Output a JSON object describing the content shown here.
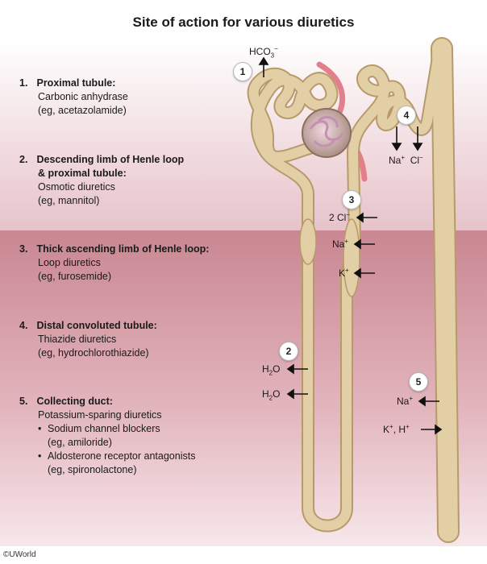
{
  "title": "Site of action for various diuretics",
  "legend": [
    {
      "num": "1.",
      "heading": "Proximal tubule:",
      "lines": [
        "Carbonic anhydrase",
        "(eg, acetazolamide)"
      ]
    },
    {
      "num": "2.",
      "heading": "Descending limb of Henle loop",
      "heading2": "& proximal tubule:",
      "lines": [
        "Osmotic diuretics",
        "(eg, mannitol)"
      ]
    },
    {
      "num": "3.",
      "heading": "Thick ascending limb of Henle loop:",
      "lines": [
        "Loop diuretics",
        "(eg, furosemide)"
      ]
    },
    {
      "num": "4.",
      "heading": "Distal convoluted tubule:",
      "lines": [
        "Thiazide diuretics",
        "(eg, hydrochlorothiazide)"
      ]
    },
    {
      "num": "5.",
      "heading": "Collecting duct:",
      "lines": [
        "Potassium-sparing diuretics"
      ],
      "bullets": [
        {
          "text": "Sodium channel blockers",
          "sub": "(eg, amiloride)"
        },
        {
          "text": "Aldosterone receptor antagonists",
          "sub": "(eg, spironolactone)"
        }
      ]
    }
  ],
  "badges": [
    "1",
    "2",
    "3",
    "4",
    "5"
  ],
  "ions": {
    "hco3_base": "HCO",
    "hco3_sub": "3",
    "hco3_sup": "−",
    "na_cl_dct_na": "Na",
    "na_cl_dct_plus": "+",
    "na_cl_dct_cl": "Cl",
    "na_cl_dct_minus": "−",
    "cl_prefix": "2 Cl",
    "cl_sup": "−",
    "na": "Na",
    "na_sup": "+",
    "k": "K",
    "k_sup": "+",
    "h2o_h": "H",
    "h2o_sub": "2",
    "h2o_o": "O",
    "h2o2_h": "H",
    "h2o2_sub": "2",
    "h2o2_o": "O",
    "na_cd": "Na",
    "na_cd_sup": "+",
    "kh_k": "K",
    "kh_k_sup": "+",
    "kh_sep": ", H",
    "kh_h_sup": "+"
  },
  "copyright": "©UWorld",
  "colors": {
    "tubule": "#e3cfa6",
    "tubule_dark": "#b89a6a",
    "vessel": "#e07a86",
    "background_upper": "#efd4da",
    "background_lower": "#c9838f"
  }
}
